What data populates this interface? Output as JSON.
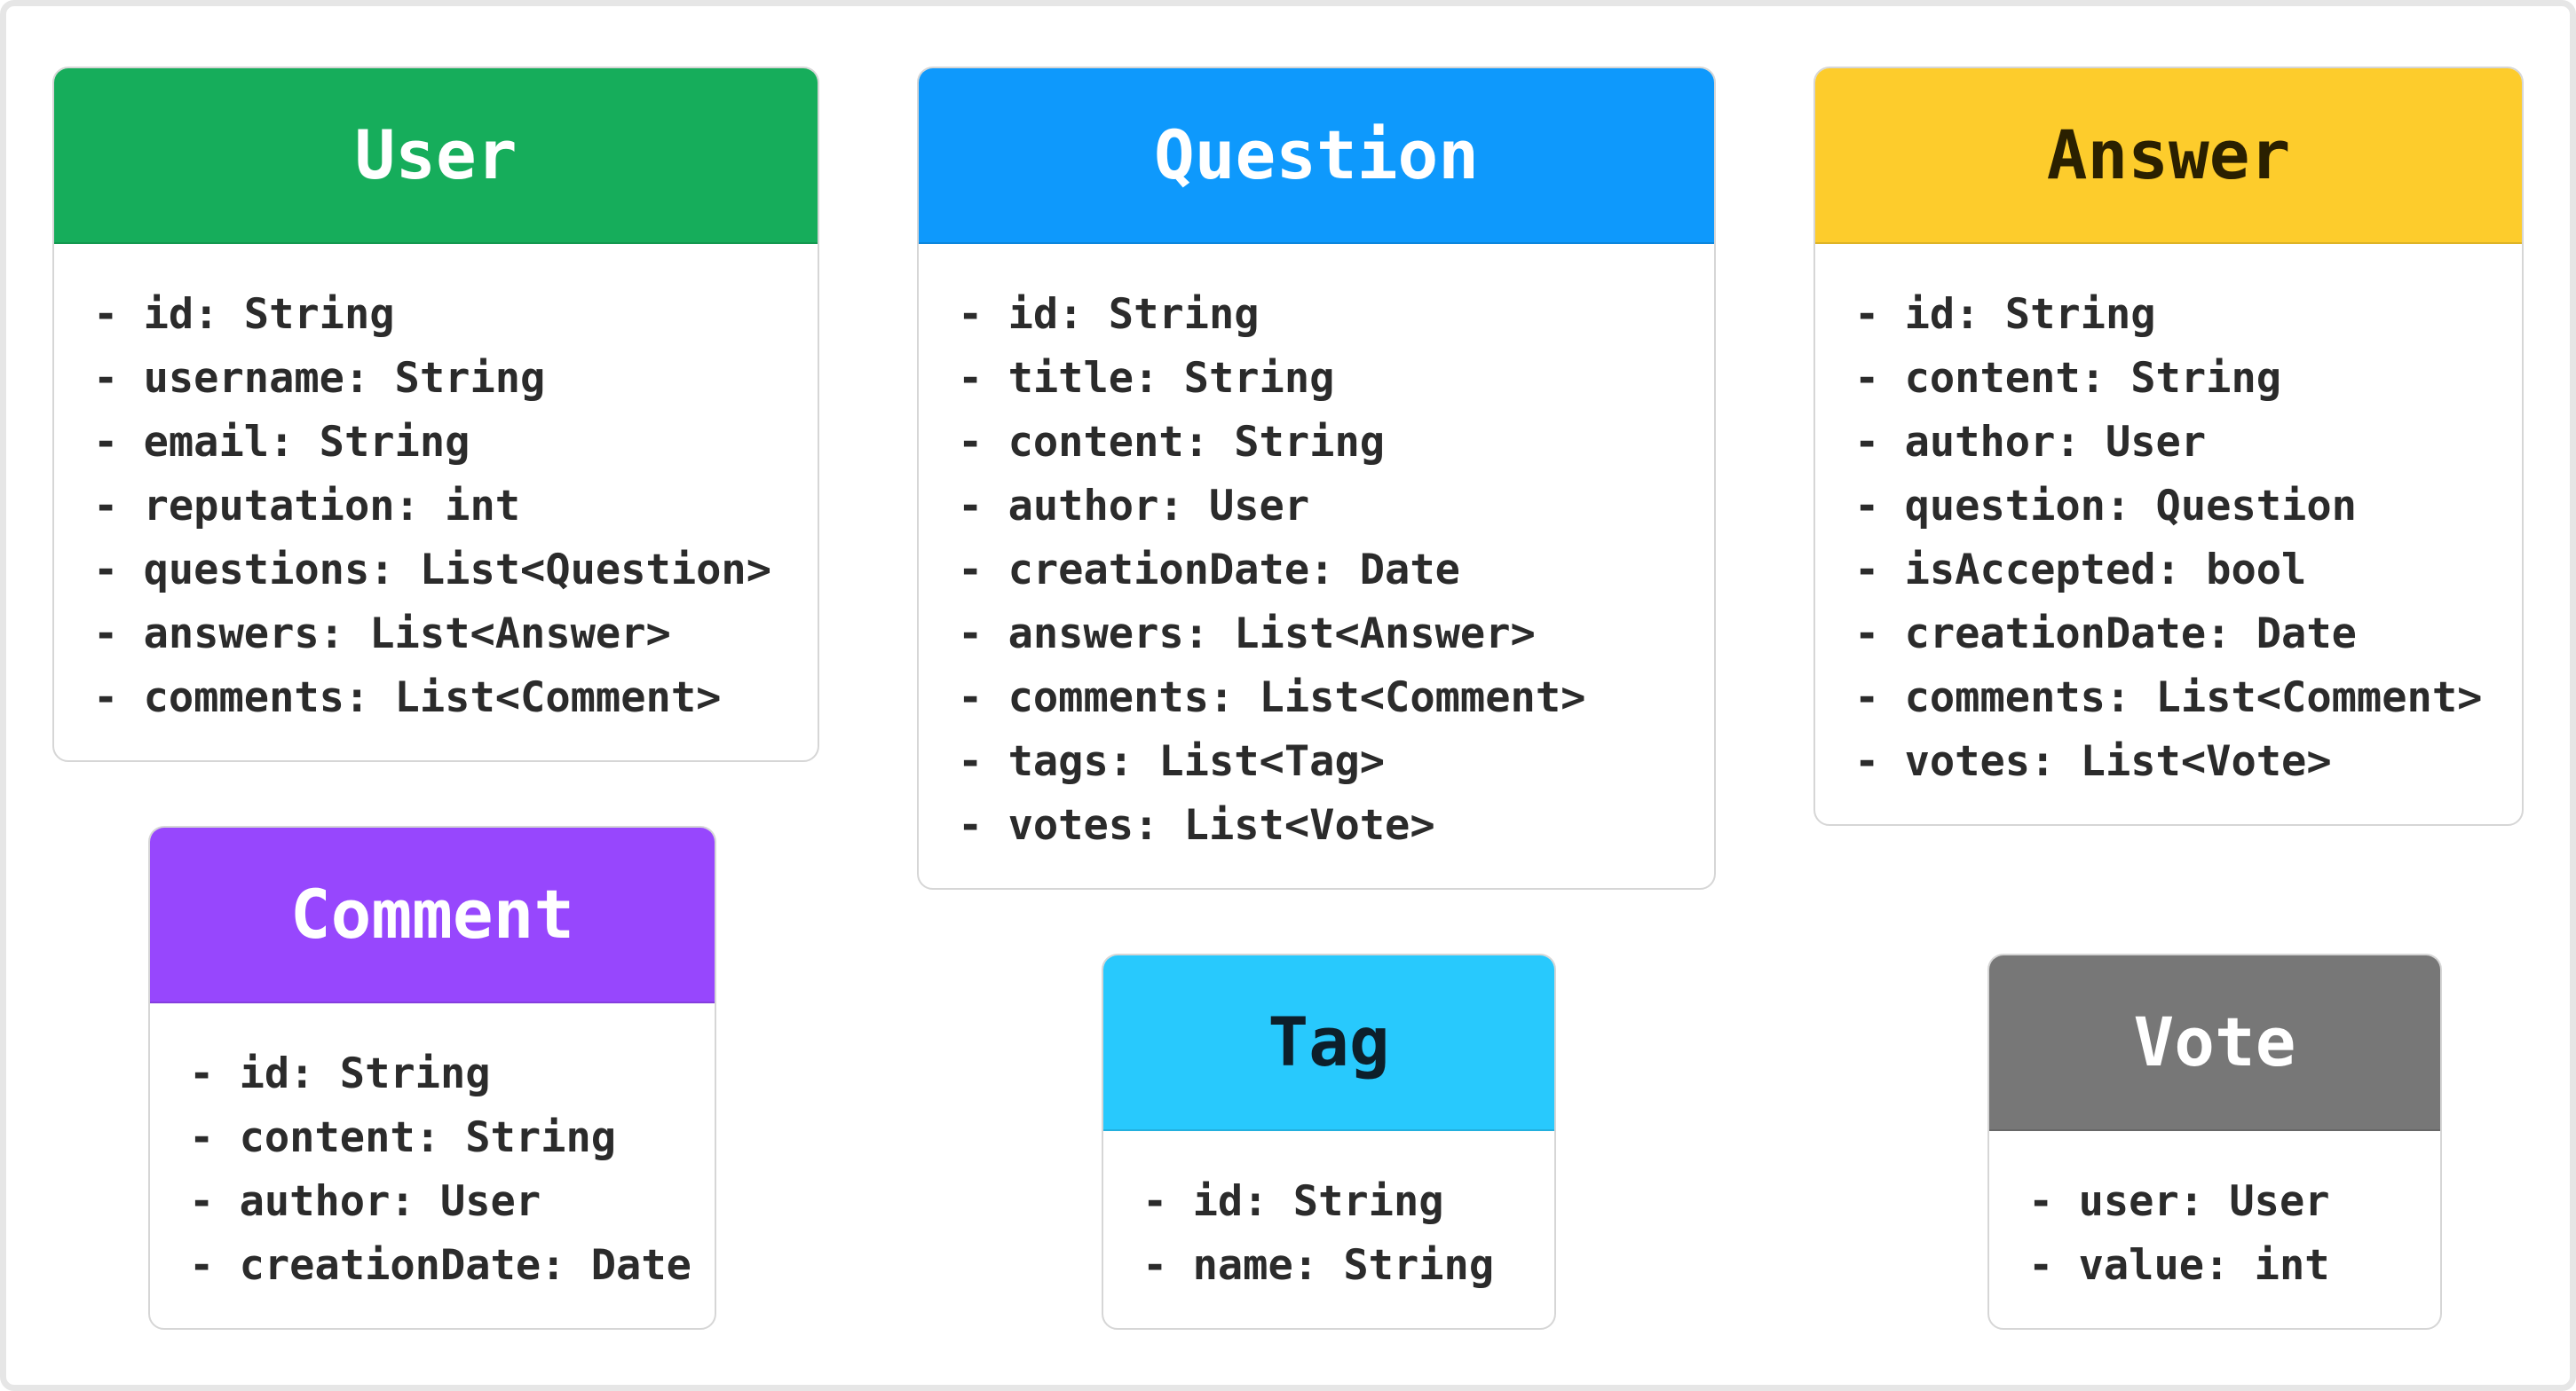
{
  "classes": [
    {
      "key": "user",
      "name": "User",
      "header_bg": "#16ad5b",
      "header_fg": "#ffffff",
      "attributes": [
        "- id: String",
        "- username: String",
        "- email: String",
        "- reputation: int",
        "- questions: List<Question>",
        "- answers: List<Answer>",
        "- comments: List<Comment>"
      ]
    },
    {
      "key": "question",
      "name": "Question",
      "header_bg": "#0e99fc",
      "header_fg": "#ffffff",
      "attributes": [
        "- id: String",
        "- title: String",
        "- content: String",
        "- author: User",
        "- creationDate: Date",
        "- answers: List<Answer>",
        "- comments: List<Comment>",
        "- tags: List<Tag>",
        "- votes: List<Vote>"
      ]
    },
    {
      "key": "answer",
      "name": "Answer",
      "header_bg": "#fdcc2c",
      "header_fg": "#2a2000",
      "attributes": [
        "- id: String",
        "- content: String",
        "- author: User",
        "- question: Question",
        "- isAccepted: bool",
        "- creationDate: Date",
        "- comments: List<Comment>",
        "- votes: List<Vote>"
      ]
    },
    {
      "key": "comment",
      "name": "Comment",
      "header_bg": "#9747fd",
      "header_fg": "#ffffff",
      "attributes": [
        "- id: String",
        "- content: String",
        "- author: User",
        "- creationDate: Date"
      ]
    },
    {
      "key": "tag",
      "name": "Tag",
      "header_bg": "#28c9fd",
      "header_fg": "#0d1f2a",
      "attributes": [
        "- id: String",
        "- name: String"
      ]
    },
    {
      "key": "vote",
      "name": "Vote",
      "header_bg": "#777777",
      "header_fg": "#ffffff",
      "attributes": [
        "- user: User",
        "- value: int"
      ]
    }
  ]
}
